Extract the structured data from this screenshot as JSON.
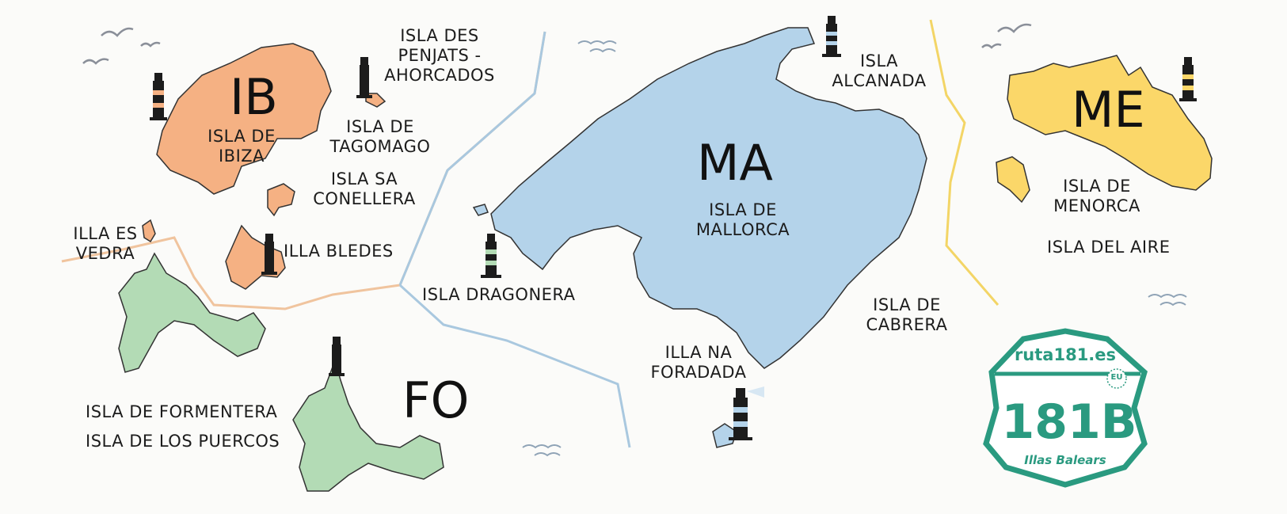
{
  "regions": [
    {
      "code": "IB",
      "color": "#f5b183"
    },
    {
      "code": "MA",
      "color": "#b4d3ea"
    },
    {
      "code": "ME",
      "color": "#fbd769"
    },
    {
      "code": "FO",
      "color": "#b3dbb5"
    }
  ],
  "labels": {
    "ibiza": "ISLA DE IBIZA",
    "penjats": "ISLA DES PENJATS - AHORCADOS",
    "tagomago": "ISLA DE TAGOMAGO",
    "conellera": "ISLA SA CONELLERA",
    "vedra": "ILLA ES VEDRA",
    "bledes": "ILLA BLEDES",
    "formentera": "ISLA DE FORMENTERA",
    "puercos": "ISLA DE LOS PUERCOS",
    "dragonera": "ISLA DRAGONERA",
    "mallorca": "ISLA DE MALLORCA",
    "alcanada": "ISLA ALCANADA",
    "cabrera": "ISLA DE CABRERA",
    "foradada": "ILLA NA FORADADA",
    "menorca": "ISLA DE MENORCA",
    "aire": "ISLA DEL AIRE"
  },
  "shield": {
    "top": "ruta181.es",
    "badge": "EU",
    "number": "181B",
    "bottom": "Illas Balears",
    "color": "#2a9a80"
  },
  "icons": [
    "lighthouse-icon",
    "seagull-icon",
    "wave-icon"
  ]
}
